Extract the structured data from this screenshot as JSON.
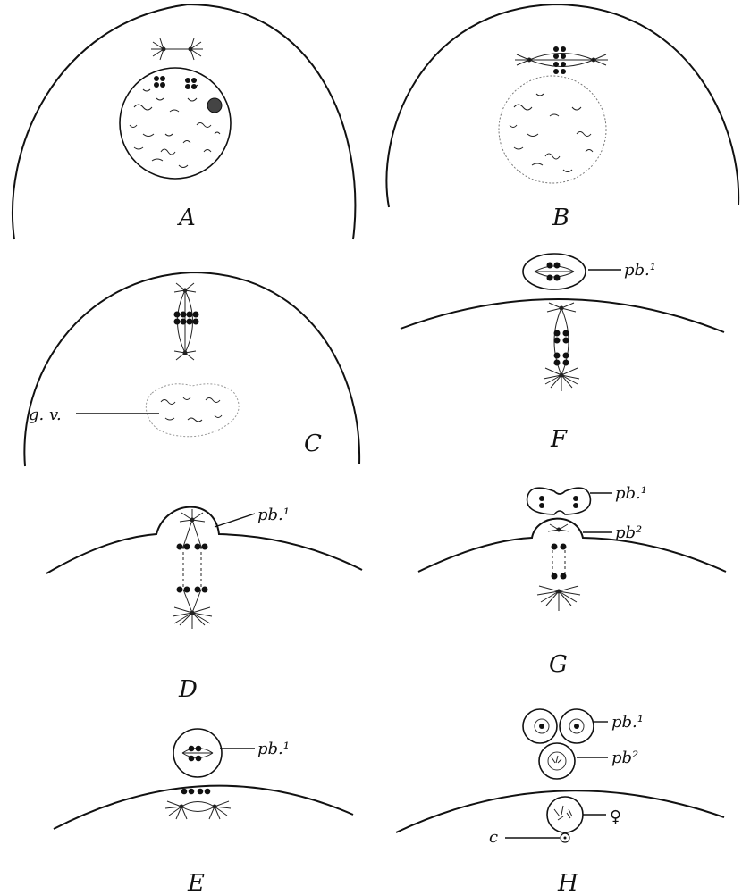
{
  "panels": {
    "A": {
      "letter": "A"
    },
    "B": {
      "letter": "B"
    },
    "C": {
      "letter": "C",
      "label_gv": "g. v."
    },
    "D": {
      "letter": "D",
      "label_pb1": "pb.¹"
    },
    "E": {
      "letter": "E",
      "label_pb1": "pb.¹"
    },
    "F": {
      "letter": "F",
      "label_pb1": "pb.¹"
    },
    "G": {
      "letter": "G",
      "label_pb1": "pb.¹",
      "label_pb2": "pb²"
    },
    "H": {
      "letter": "H",
      "label_pb1": "pb.¹",
      "label_pb2": "pb²",
      "label_female": "♀",
      "label_c": "c"
    }
  }
}
